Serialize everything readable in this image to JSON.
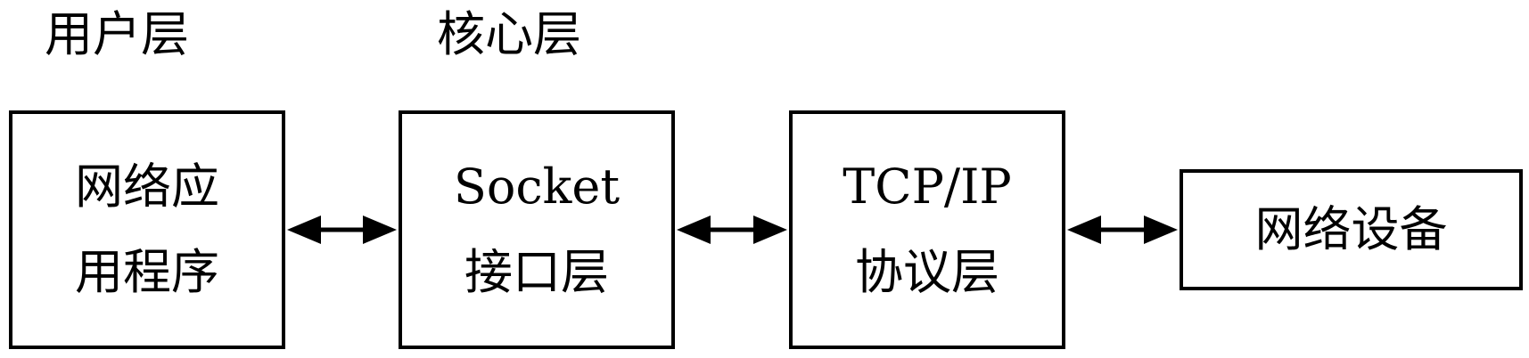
{
  "layer_labels": {
    "user": "用户层",
    "kernel": "核心层"
  },
  "boxes": {
    "app": {
      "line1": "网络应",
      "line2": "用程序"
    },
    "socket": {
      "line1": "Socket",
      "line2": "接口层"
    },
    "tcpip": {
      "line1": "TCP/IP",
      "line2": "协议层"
    },
    "device": {
      "line1": "网络设备"
    }
  },
  "colors": {
    "stroke": "#000000",
    "background": "#ffffff"
  }
}
